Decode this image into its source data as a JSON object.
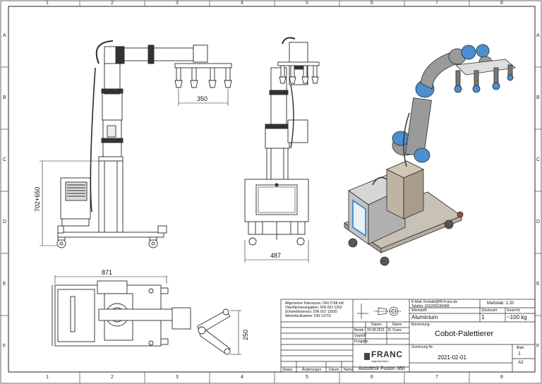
{
  "grid": {
    "columns": [
      "1",
      "2",
      "3",
      "4",
      "5",
      "6",
      "7",
      "8"
    ],
    "rows": [
      "A",
      "B",
      "C",
      "D",
      "E",
      "F"
    ]
  },
  "dimensions": {
    "side_reach": "350",
    "side_height": "702+650",
    "front_width": "487",
    "top_length": "871",
    "top_width": "250"
  },
  "title_block": {
    "tolerances": [
      "Allgemeine Toleranzen: DIN 2768 mK",
      "Oberflächenangaben: DIN ISO 1302",
      "Schweißtoleranz: DIN ISO 13920",
      "Werkstückkanten: DIN 13715"
    ],
    "contact_email": "E-Mail: Kontakt@IB-Franc.de",
    "contact_phone": "Telefon: 0152/05230468",
    "scale_label": "Maßstab: 1:20",
    "material_label": "Werkstoff:",
    "material": "Aluminium",
    "quantity_label": "Stückzahl:",
    "quantity": "1",
    "weight_label": "Gewicht:",
    "weight": "~100 kg",
    "header_date": "Datum",
    "header_name": "Name",
    "row_bearb": "Bearb.",
    "row_geprueft": "Geprüft",
    "row_freigabe": "Freigabe",
    "bearb_date": "20.09.2021",
    "bearb_name": "R. Franc",
    "name_label": "Benennung:",
    "part_name": "Cobot-Palettierer",
    "drawing_no_label": "Zeichnung Nr.",
    "drawing_no": "2021-02-01",
    "sheet_label": "Blatt",
    "sheet_no": "1",
    "format": "A3",
    "logo_main": "FRANC",
    "logo_sub": "Ingenieurbüro",
    "software": "Autodesk Fusion 360",
    "rev_status": "Status",
    "rev_changes": "Änderungen",
    "rev_date": "Datum",
    "rev_name": "Name"
  },
  "colors": {
    "line": "#2a2a2a",
    "robot_blue": "#4a8fd0",
    "robot_grey": "#9a9a9a",
    "frame_metal": "#c8c1b6"
  }
}
